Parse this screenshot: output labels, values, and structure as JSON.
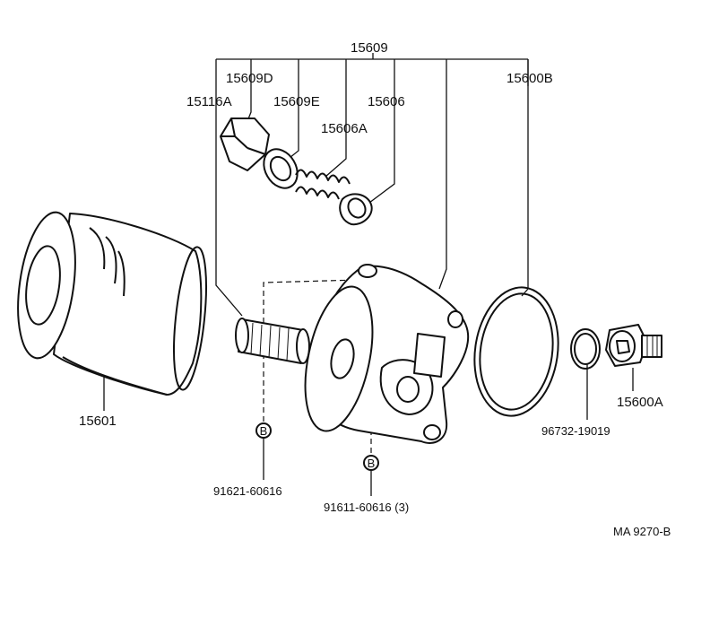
{
  "diagram": {
    "labels": {
      "p15609": "15609",
      "p15609D": "15609D",
      "p15116A": "15116A",
      "p15609E": "15609E",
      "p15606": "15606",
      "p15606A": "15606A",
      "p15600B": "15600B",
      "p15601": "15601",
      "p15600A": "15600A",
      "p96732": "96732-19019",
      "p91621": "91621-60616",
      "p91611": "91611-60616 (3)",
      "badge_left": "B",
      "badge_right": "B",
      "figure_code": "MA 9270-B"
    }
  }
}
